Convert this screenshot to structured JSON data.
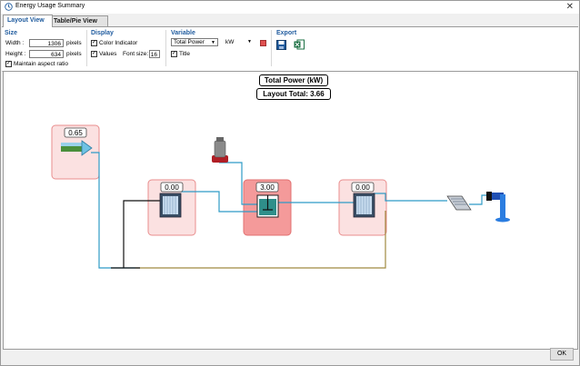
{
  "window": {
    "title": "Energy Usage Summary",
    "close_glyph": "✕"
  },
  "tabs": [
    {
      "label": "Layout View",
      "active": true
    },
    {
      "label": "Table/Pie View",
      "active": false
    }
  ],
  "size": {
    "title": "Size",
    "width_label": "Width :",
    "width_value": "1306",
    "width_unit": "pixels",
    "height_label": "Height :",
    "height_value": "634",
    "height_unit": "pixels",
    "aspect_label": "Maintain aspect ratio",
    "aspect_checked": true
  },
  "display": {
    "title": "Display",
    "color_indicator_label": "Color Indicator",
    "color_indicator_checked": true,
    "values_label": "Values",
    "values_checked": true,
    "font_size_label": "Font size:",
    "font_size_value": "16"
  },
  "variable": {
    "title": "Variable",
    "selected": "Total Power",
    "unit": "kW",
    "title_label": "Title",
    "title_checked": true
  },
  "export": {
    "title": "Export"
  },
  "canvas": {
    "heading": "Total Power (kW)",
    "total": "Layout Total: 3.66",
    "values": {
      "influent": "0.65",
      "clarifier1": "0.00",
      "reactor": "3.00",
      "clarifier2": "0.00"
    }
  },
  "footer": {
    "ok_label": "OK"
  },
  "colors": {
    "accent": "#1f5b9e",
    "low": "#f6c6c6",
    "high": "#f08d8d",
    "pipe": "#2e9bc6"
  }
}
